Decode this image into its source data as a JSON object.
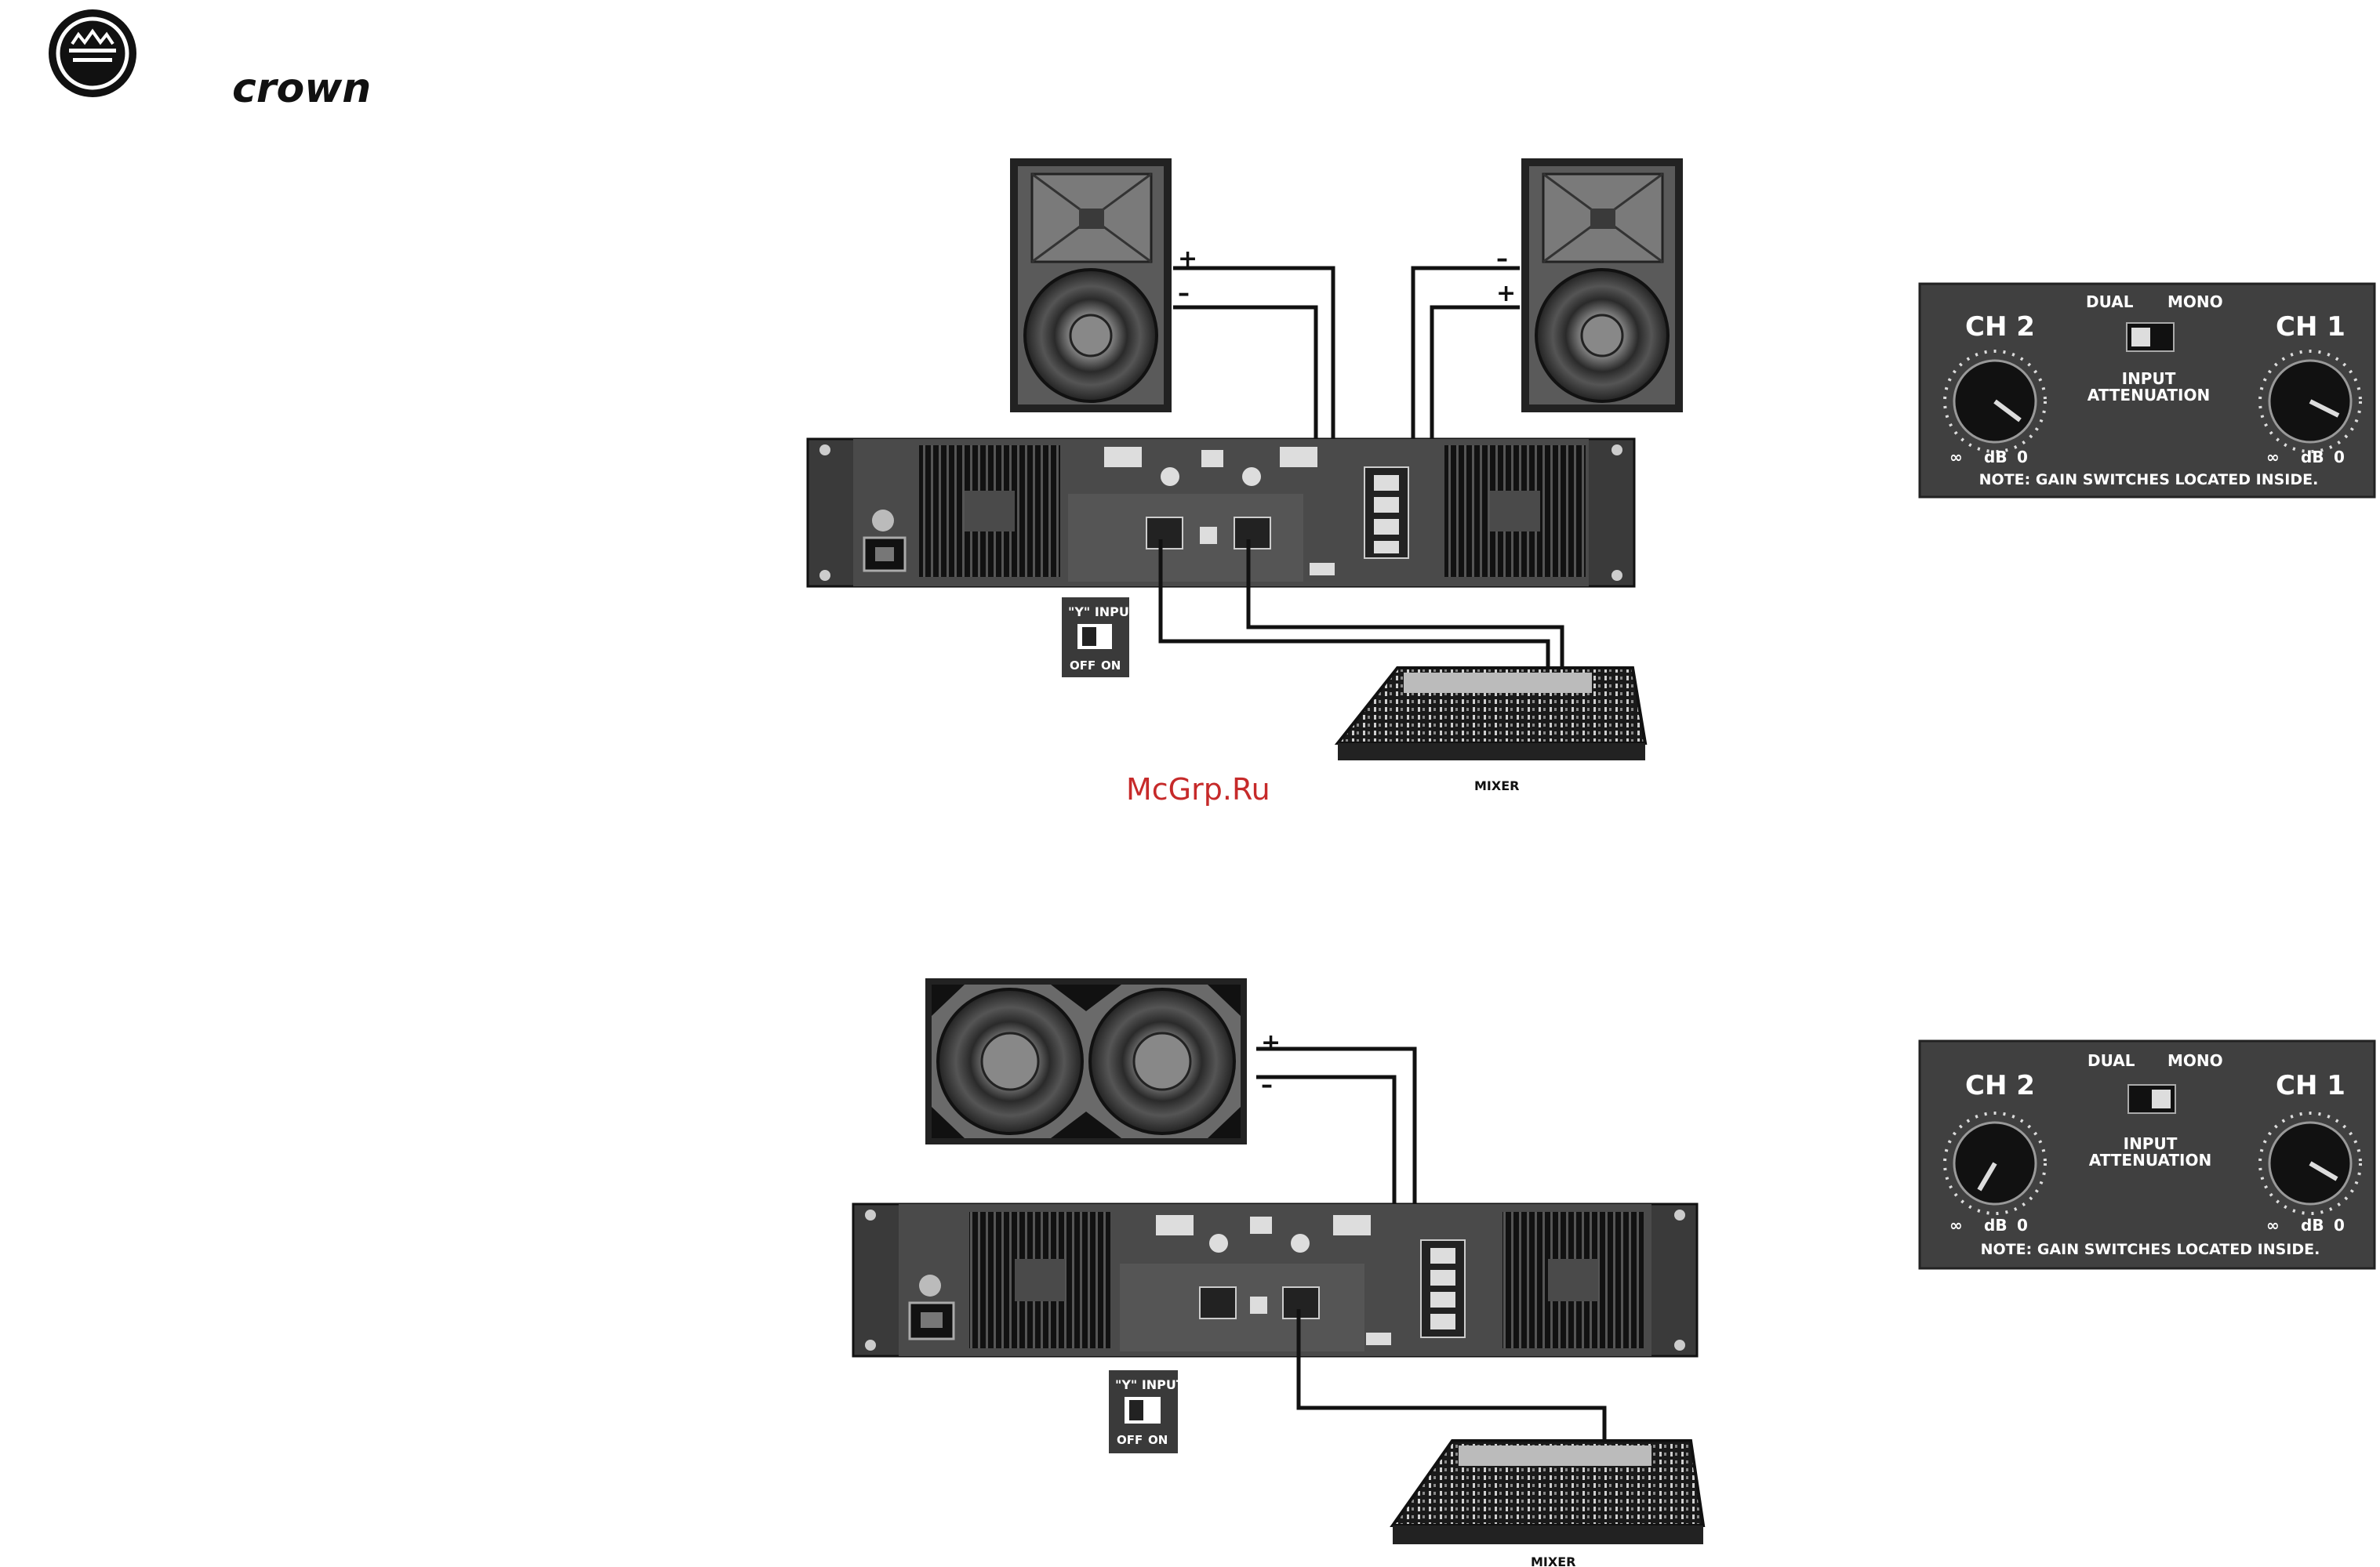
{
  "header": {
    "brand_name": "crown",
    "logo_icon": "crown-logo-icon"
  },
  "watermark": "McGrp.Ru",
  "diagram_top": {
    "speaker_left_plus": "+",
    "speaker_left_minus": "–",
    "speaker_right_minus": "–",
    "speaker_right_plus": "+",
    "y_input_panel": {
      "title": "\"Y\" INPUT",
      "off": "OFF",
      "on": "ON"
    },
    "mixer_label": "MIXER",
    "control_panel": {
      "ch2": "CH 2",
      "ch1": "CH 1",
      "dual": "DUAL",
      "mono": "MONO",
      "input_attenuation": "INPUT\nATTENUATION",
      "scale_inf": "∞",
      "scale_db": "dB",
      "scale_zero": "0",
      "note": "NOTE: GAIN SWITCHES LOCATED INSIDE."
    }
  },
  "diagram_bottom": {
    "sub_plus": "+",
    "sub_minus": "–",
    "y_input_panel": {
      "title": "\"Y\" INPUT",
      "off": "OFF",
      "on": "ON"
    },
    "mixer_label": "MIXER",
    "control_panel": {
      "ch2": "CH 2",
      "ch1": "CH 1",
      "dual": "DUAL",
      "mono": "MONO",
      "input_attenuation": "INPUT\nATTENUATION",
      "scale_inf": "∞",
      "scale_db": "dB",
      "scale_zero": "0",
      "note": "NOTE: GAIN SWITCHES LOCATED INSIDE."
    }
  }
}
